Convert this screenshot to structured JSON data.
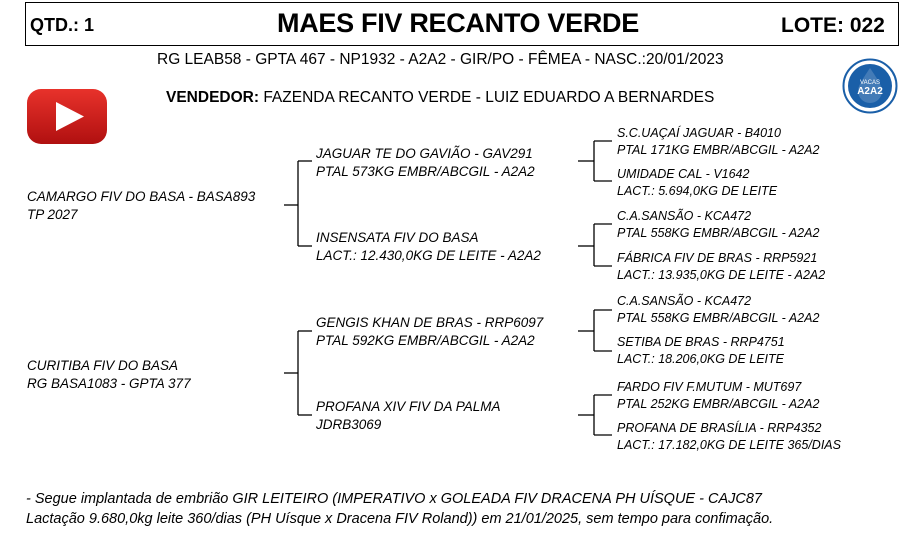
{
  "header": {
    "qtd": "QTD.: 1",
    "title": "MAES FIV RECANTO VERDE",
    "lote": "LOTE: 022"
  },
  "info_line": "RG LEAB58 - GPTA 467 - NP1932 - A2A2 - GIR/PO - FÊMEA - NASC.:20/01/2023",
  "seller": {
    "label": "VENDEDOR:",
    "value": " FAZENDA RECANTO VERDE - LUIZ EDUARDO A BERNARDES"
  },
  "icons": {
    "video": "youtube-play-icon",
    "seal": "vacas-a2a2-seal-icon"
  },
  "seal": {
    "top_text": "VACAS",
    "main_text": "A2A2",
    "color": "#1a5fa8"
  },
  "pedigree": {
    "sire": {
      "line1": "CAMARGO FIV DO BASA - BASA893",
      "line2": "TP 2027"
    },
    "dam": {
      "line1": "CURITIBA FIV DO BASA",
      "line2": "RG BASA1083 - GPTA 377"
    },
    "sire_sire": {
      "line1": "JAGUAR TE DO GAVIÃO - GAV291",
      "line2": "PTAL 573KG EMBR/ABCGIL - A2A2"
    },
    "sire_dam": {
      "line1": "INSENSATA FIV DO BASA",
      "line2": "LACT.: 12.430,0KG DE LEITE - A2A2"
    },
    "dam_sire": {
      "line1": "GENGIS KHAN DE BRAS - RRP6097",
      "line2": "PTAL 592KG EMBR/ABCGIL - A2A2"
    },
    "dam_dam": {
      "line1": "PROFANA XIV FIV DA PALMA",
      "line2": "JDRB3069"
    },
    "gg": [
      {
        "line1": "S.C.UAÇAÍ JAGUAR - B4010",
        "line2": "PTAL 171KG EMBR/ABCGIL - A2A2"
      },
      {
        "line1": "UMIDADE CAL - V1642",
        "line2": "LACT.: 5.694,0KG DE LEITE"
      },
      {
        "line1": "C.A.SANSÃO - KCA472",
        "line2": "PTAL 558KG EMBR/ABCGIL - A2A2"
      },
      {
        "line1": "FÁBRICA FIV DE BRAS - RRP5921",
        "line2": "LACT.: 13.935,0KG DE LEITE - A2A2"
      },
      {
        "line1": "C.A.SANSÃO - KCA472",
        "line2": "PTAL 558KG EMBR/ABCGIL - A2A2"
      },
      {
        "line1": "SETIBA DE BRAS - RRP4751",
        "line2": "LACT.: 18.206,0KG DE LEITE"
      },
      {
        "line1": "FARDO FIV F.MUTUM - MUT697",
        "line2": "PTAL 252KG EMBR/ABCGIL - A2A2"
      },
      {
        "line1": "PROFANA DE BRASÍLIA - RRP4352",
        "line2": "LACT.: 17.182,0KG DE LEITE 365/DIAS"
      }
    ]
  },
  "footer": {
    "line1": "- Segue implantada de embrião GIR LEITEIRO (IMPERATIVO x GOLEADA FIV DRACENA PH UÍSQUE - CAJC87",
    "line2": "Lactação 9.680,0kg leite 360/dias (PH Uísque x Dracena FIV Roland)) em 21/01/2025, sem tempo para confimação."
  }
}
